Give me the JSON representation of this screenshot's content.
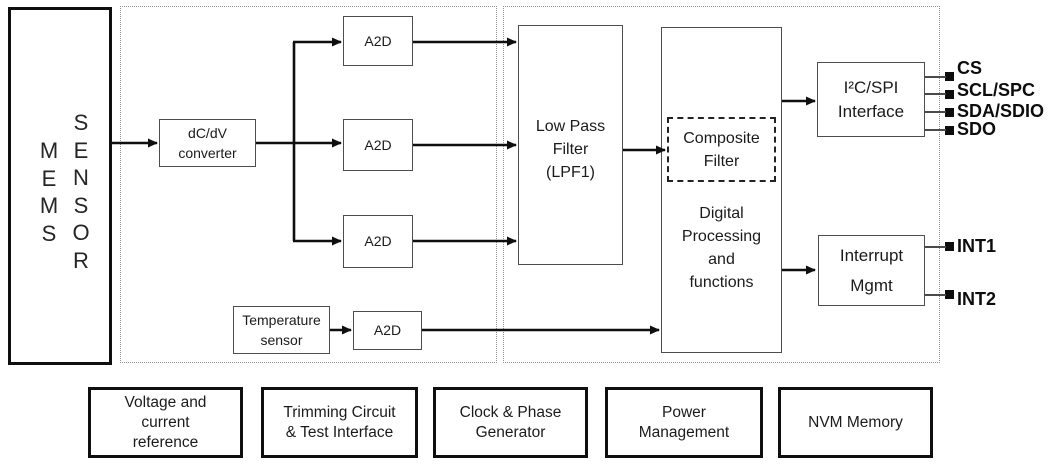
{
  "mems": {
    "col1": [
      "M",
      "E",
      "M",
      "S"
    ],
    "col2": [
      "S",
      "E",
      "N",
      "S",
      "O",
      "R"
    ]
  },
  "blocks": {
    "dcdv": {
      "l1": "dC/dV",
      "l2": "converter"
    },
    "a2d1": {
      "label": "A2D"
    },
    "a2d2": {
      "label": "A2D"
    },
    "a2d3": {
      "label": "A2D"
    },
    "a2d_temp": {
      "label": "A2D"
    },
    "temp": {
      "l1": "Temperature",
      "l2": "sensor"
    },
    "lpf": {
      "l1": "Low Pass",
      "l2": "Filter",
      "l3": "(LPF1)"
    },
    "composite": {
      "l1": "Composite",
      "l2": "Filter"
    },
    "digproc": {
      "l1": "Digital",
      "l2": "Processing",
      "l3": "and",
      "l4": "functions"
    },
    "i2cspi": {
      "l1": "I²C/SPI",
      "l2": "Interface"
    },
    "intmgmt": {
      "l1": "Interrupt",
      "l2": "Mgmt"
    }
  },
  "pins": {
    "cs": "CS",
    "scl": "SCL/SPC",
    "sda": "SDA/SDIO",
    "sdo": "SDO",
    "int1": "INT1",
    "int2": "INT2"
  },
  "bottom": {
    "b1": {
      "l1": "Voltage and",
      "l2": "current",
      "l3": "reference"
    },
    "b2": {
      "l1": "Trimming Circuit",
      "l2": "& Test Interface"
    },
    "b3": {
      "l1": "Clock & Phase",
      "l2": "Generator"
    },
    "b4": {
      "l1": "Power",
      "l2": "Management"
    },
    "b5": {
      "l1": "NVM Memory"
    }
  },
  "colors": {
    "line": "#0f0f0f",
    "pin_line": "#4a4a4a",
    "thin_border": "#4d4d4d",
    "region_border": "#8f8f8f"
  }
}
